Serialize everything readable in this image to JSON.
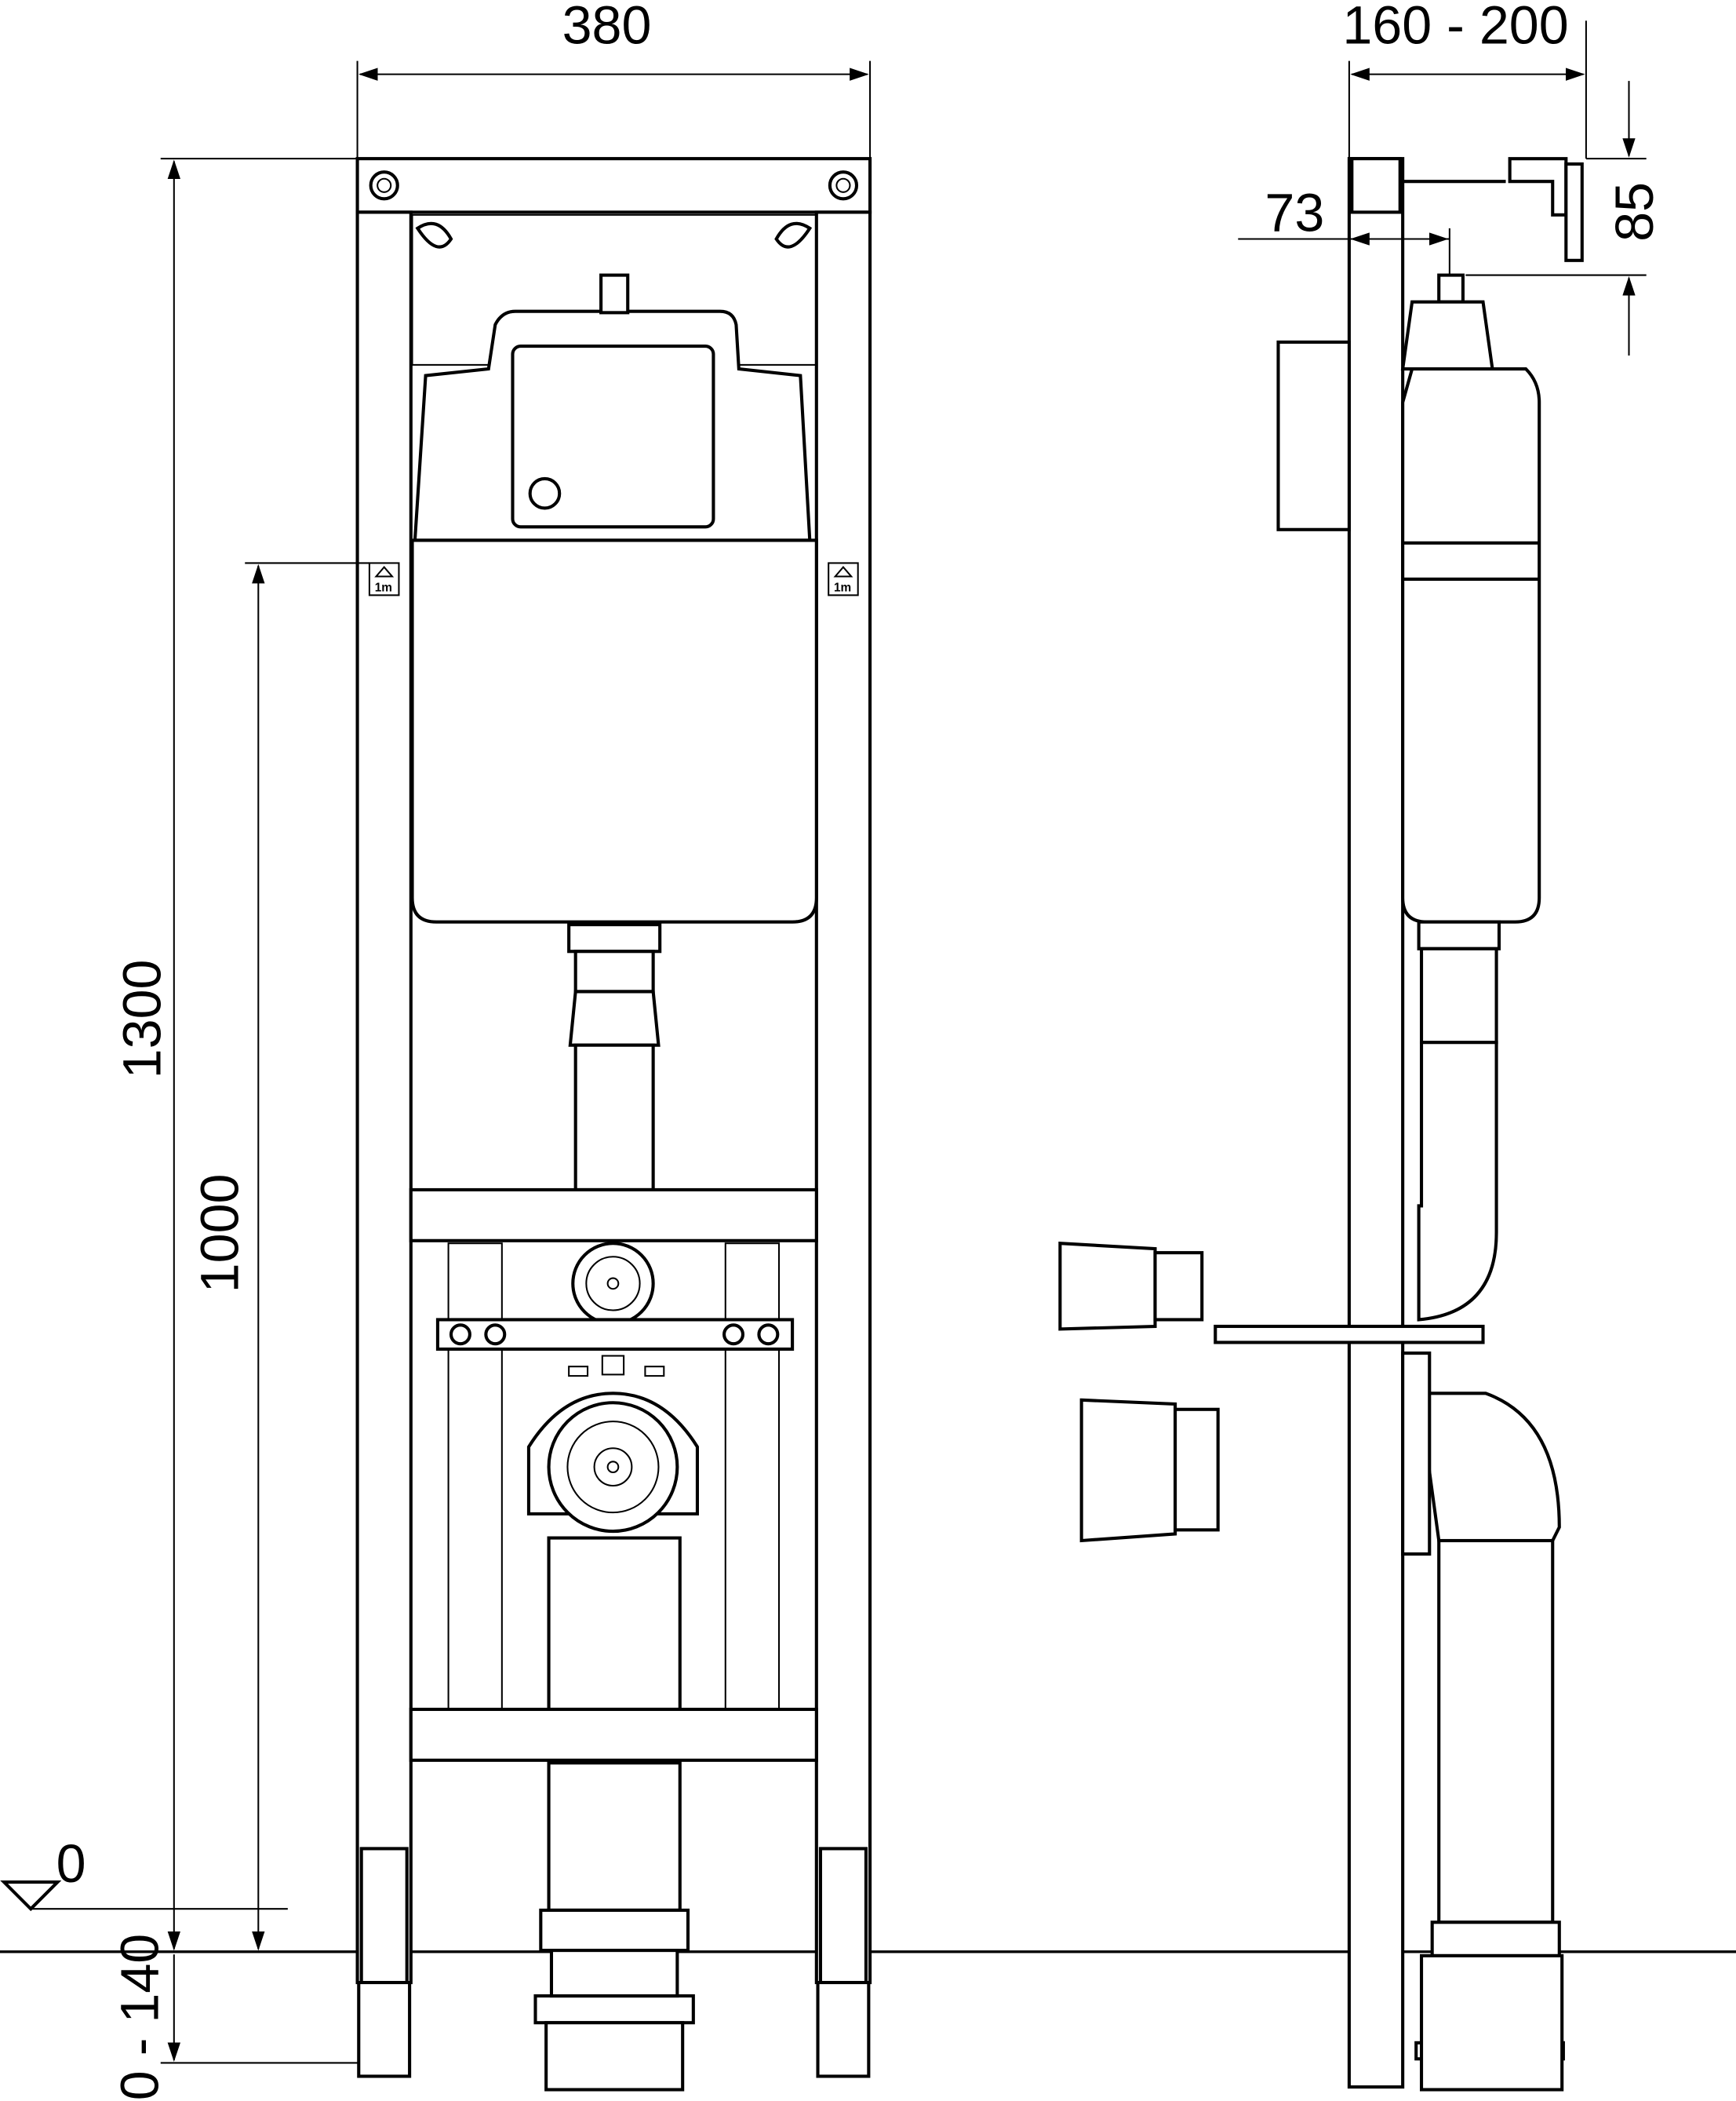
{
  "title": "Wall-hung WC installation frame dimension drawing",
  "dimensions": {
    "width": "380",
    "depth": "160 - 200",
    "offset": "73",
    "height_top": "85",
    "total_height": "1300",
    "meter_mark_height": "1000",
    "floor_level": "0",
    "leg_adjust": "0 - 140"
  },
  "markers": {
    "meter_mark_left": "1m",
    "meter_mark_right": "1m"
  },
  "colors": {
    "line": "#000000",
    "background": "#ffffff"
  }
}
